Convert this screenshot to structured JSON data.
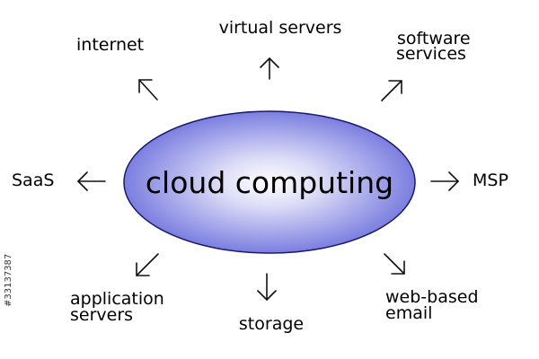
{
  "diagram": {
    "center": {
      "label": "cloud computing",
      "fill": "#7b7ee0",
      "fill_light": "#ffffff",
      "stroke": "#1a1a66"
    },
    "nodes": [
      {
        "id": "virtual-servers",
        "lines": [
          "virtual servers"
        ]
      },
      {
        "id": "internet",
        "lines": [
          "internet"
        ]
      },
      {
        "id": "software-services",
        "lines": [
          "software",
          "services"
        ]
      },
      {
        "id": "saas",
        "lines": [
          "SaaS"
        ]
      },
      {
        "id": "msp",
        "lines": [
          "MSP"
        ]
      },
      {
        "id": "application-servers",
        "lines": [
          "application",
          "servers"
        ]
      },
      {
        "id": "storage",
        "lines": [
          "storage"
        ]
      },
      {
        "id": "web-based-email",
        "lines": [
          "web-based",
          "email"
        ]
      }
    ]
  },
  "stock_id": "#33137387"
}
